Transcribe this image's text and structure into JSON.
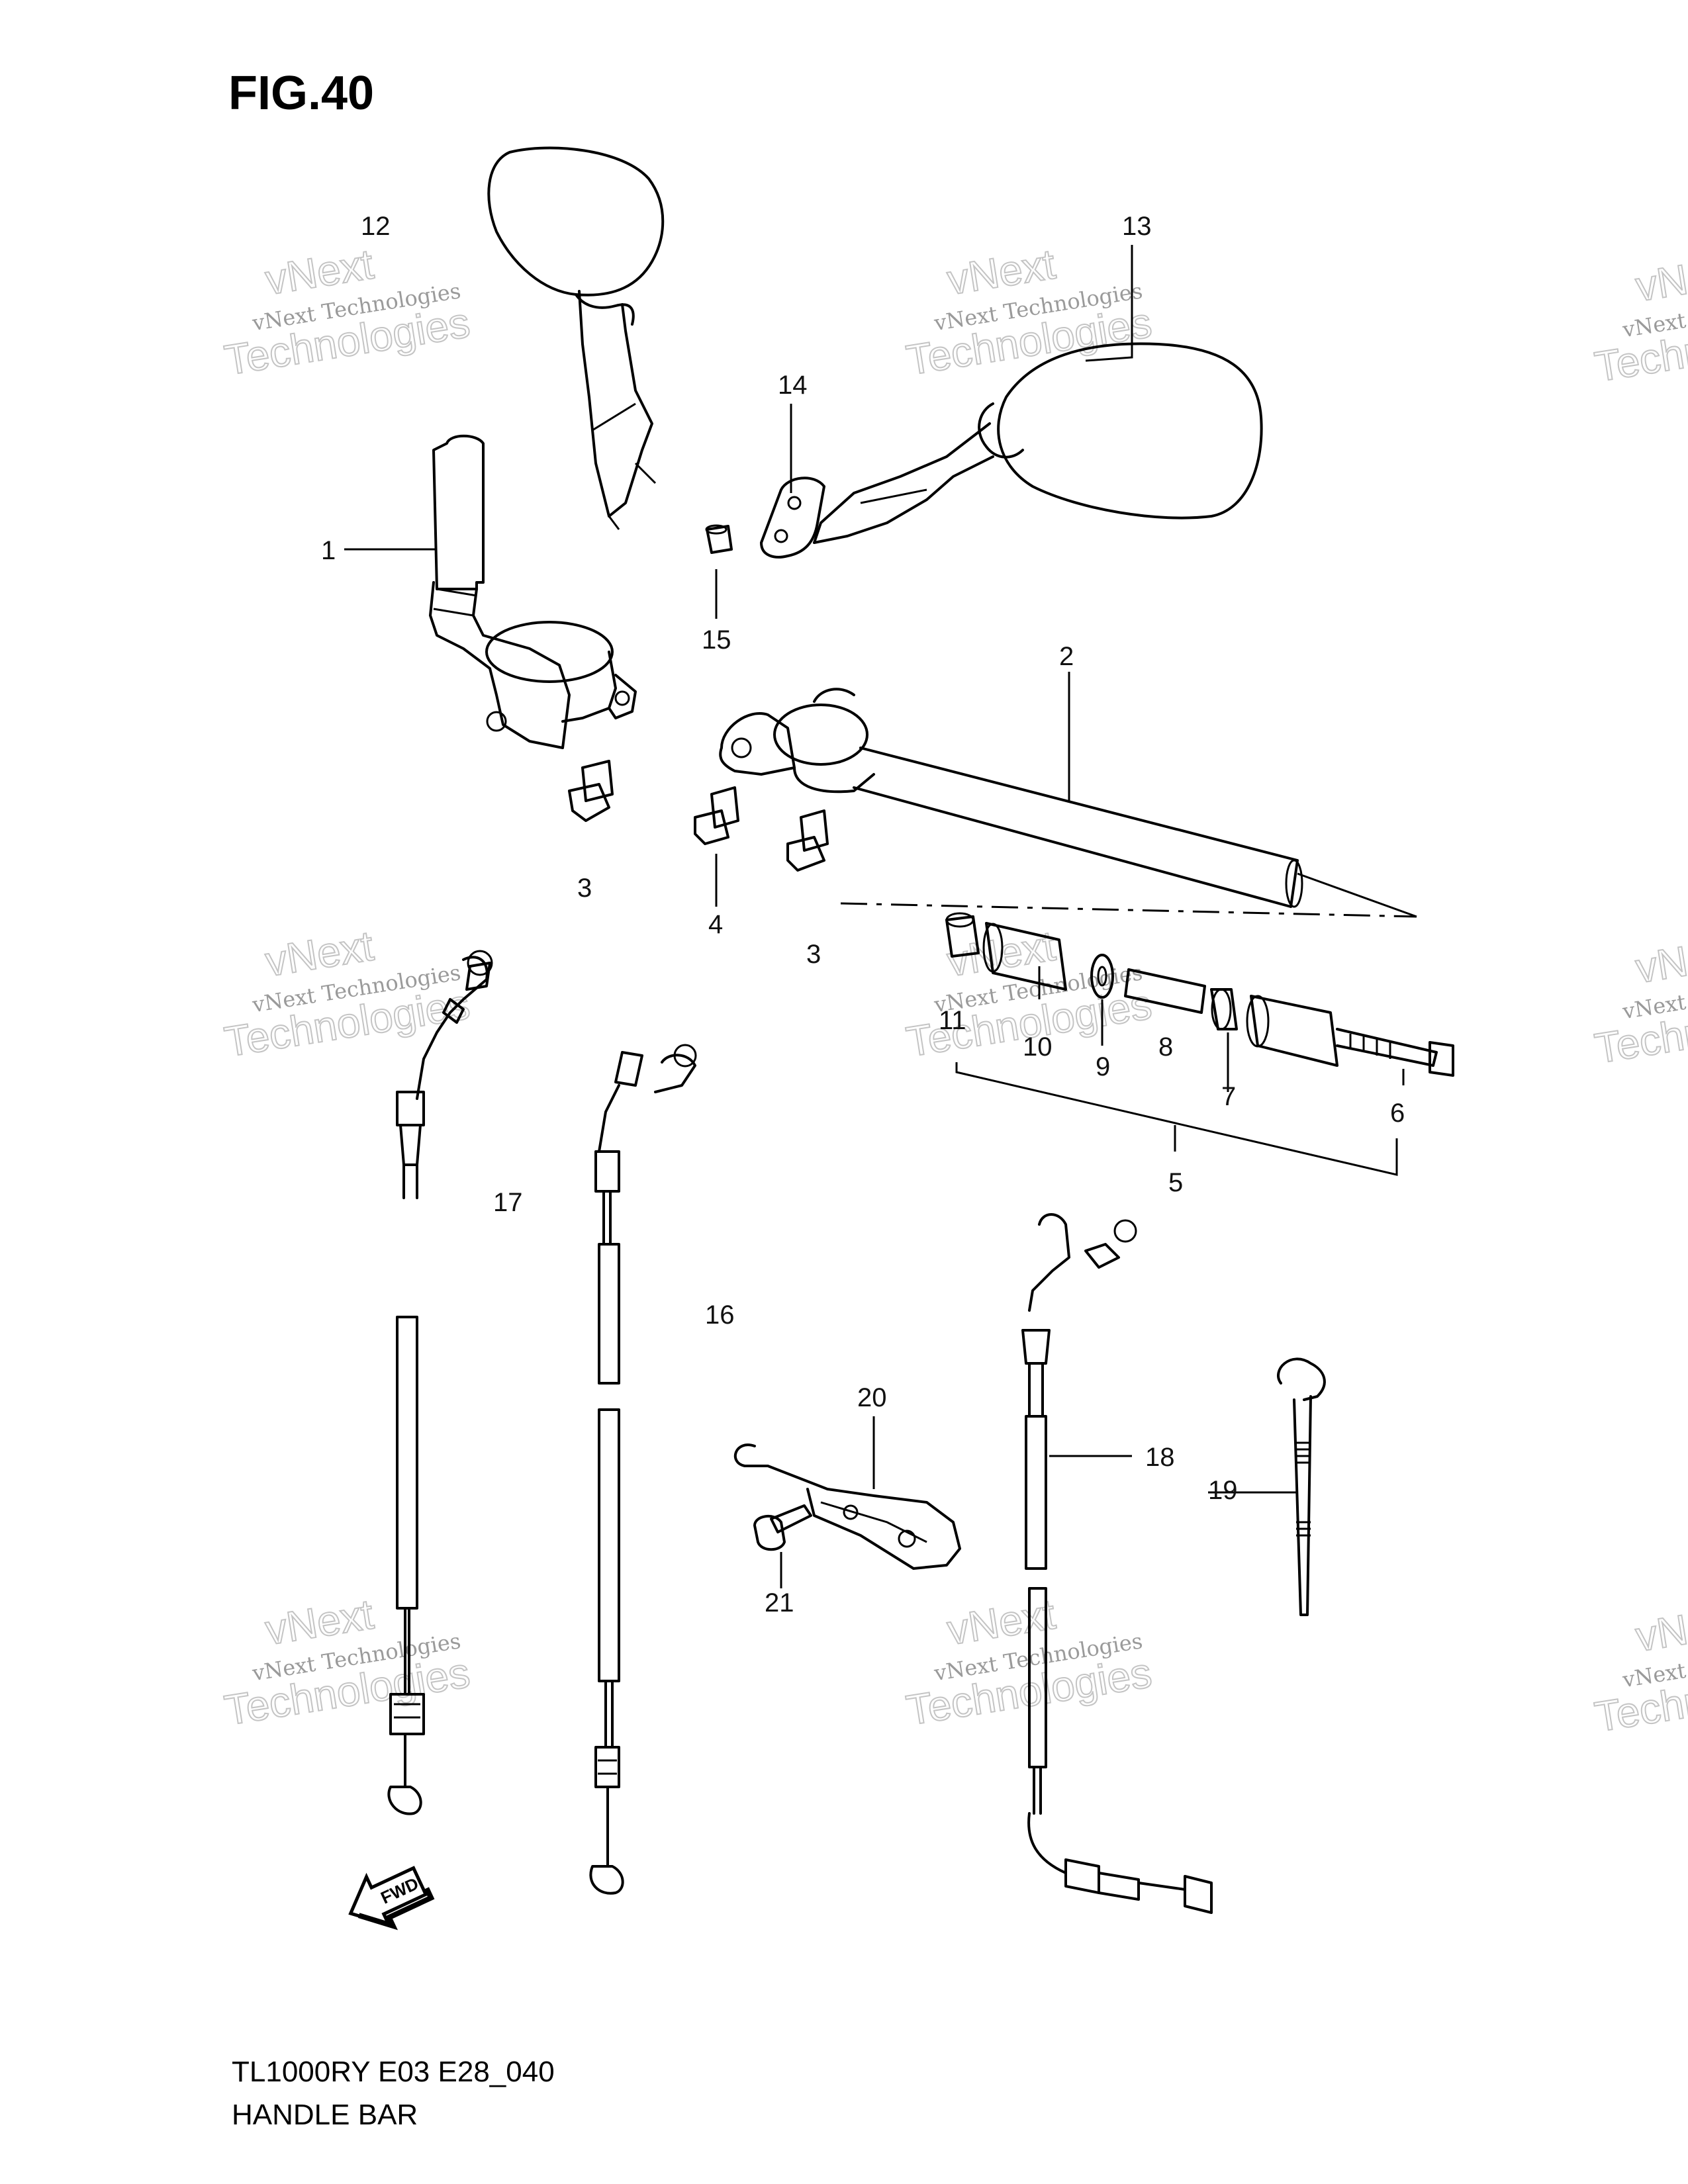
{
  "figure": {
    "title": "FIG.40"
  },
  "callouts": [
    {
      "id": "c12",
      "label": "12"
    },
    {
      "id": "c13",
      "label": "13"
    },
    {
      "id": "c14",
      "label": "14"
    },
    {
      "id": "c1",
      "label": "1"
    },
    {
      "id": "c15",
      "label": "15"
    },
    {
      "id": "c2",
      "label": "2"
    },
    {
      "id": "c3a",
      "label": "3"
    },
    {
      "id": "c4",
      "label": "4"
    },
    {
      "id": "c3b",
      "label": "3"
    },
    {
      "id": "c11",
      "label": "11"
    },
    {
      "id": "c10",
      "label": "10"
    },
    {
      "id": "c9",
      "label": "9"
    },
    {
      "id": "c8",
      "label": "8"
    },
    {
      "id": "c7",
      "label": "7"
    },
    {
      "id": "c6",
      "label": "6"
    },
    {
      "id": "c5",
      "label": "5"
    },
    {
      "id": "c17",
      "label": "17"
    },
    {
      "id": "c16",
      "label": "16"
    },
    {
      "id": "c20",
      "label": "20"
    },
    {
      "id": "c18",
      "label": "18"
    },
    {
      "id": "c19",
      "label": "19"
    },
    {
      "id": "c21",
      "label": "21"
    }
  ],
  "watermark": {
    "small": "vNext Technologies",
    "big_top": "vNext",
    "big_bottom": "Technologies"
  },
  "direction_arrow": {
    "label": "FWD"
  },
  "footer": {
    "model_code": "TL1000RY E03 E28_040",
    "section_name": "HANDLE BAR"
  }
}
